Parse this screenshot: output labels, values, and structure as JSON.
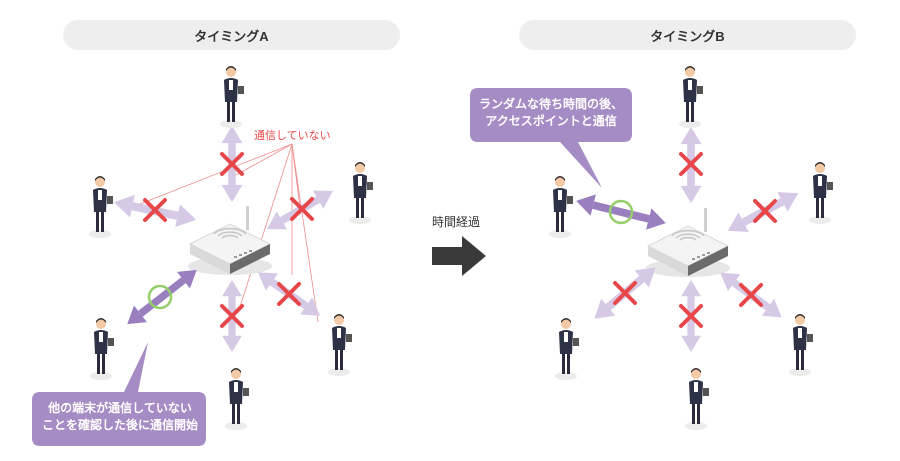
{
  "panels": {
    "a": {
      "title": "タイミングA"
    },
    "b": {
      "title": "タイミングB"
    }
  },
  "annotation_a": "通信していない",
  "callout_a": {
    "line1": "他の端末が通信していない",
    "line2": "ことを確認した後に通信開始"
  },
  "callout_b": {
    "line1": "ランダムな待ち時間の後、",
    "line2": "アクセスポイントと通信"
  },
  "transition": {
    "label": "時間経過"
  },
  "colors": {
    "arrow": "#d5c9e6",
    "arrow_active": "#9a7fbf",
    "cross": "#e8474a",
    "ok_circle": "#95cf6b",
    "callout": "#a68cc4",
    "pill_bg": "#eeeeee",
    "time_arrow": "#3a3a3a"
  }
}
